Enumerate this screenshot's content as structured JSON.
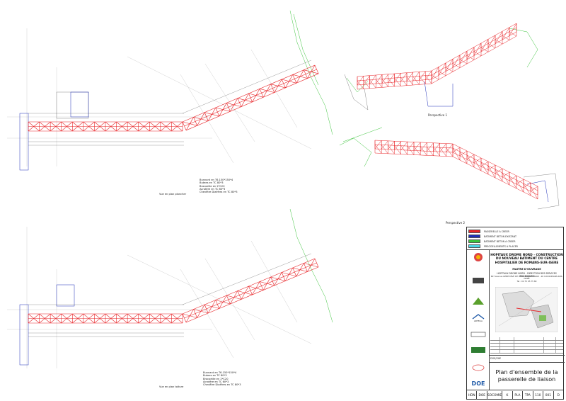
{
  "views": {
    "top": {
      "caption": "Vue en plan plancher",
      "notes": [
        "Bunnant en T6.150*150*4",
        "Butees en TC 80*3",
        "Bracoette en 2*C20",
        "Acrotère en TC 60*3",
        "Chevêtre Diaéfres en TC 80*3"
      ]
    },
    "bottom": {
      "caption": "Vue en plan toiture",
      "notes": [
        "Bunnant en T6.150*150*4",
        "Butees en TC 80*3",
        "Bracoette en 2*C20",
        "Acrotère en TC 60*3",
        "Chevêtre Diaéfres en TC 80*3"
      ]
    },
    "persp1": {
      "caption": "Perspective 1"
    },
    "persp2": {
      "caption": "Perspective 2"
    }
  },
  "legend": [
    {
      "label": "PASSERELLE A CREER",
      "color": "#e8262a"
    },
    {
      "label": "BATIMENT BETON EXISTANT",
      "color": "#1f2fb8"
    },
    {
      "label": "BATIMENT BETON A CREER",
      "color": "#3cc43c"
    },
    {
      "label": "PREGOELLEMENTS A PLACER",
      "color": "#4fd6e6"
    }
  ],
  "title_block": {
    "project_title": "HOPITAUX DROME NORD - CONSTRUCTION DU NOUVEAU BATIMENT DU CENTRE HOSPITALIER DE ROMANS-SUR-ISERE",
    "moa_title": "MAITRE D'OUVRAGE",
    "moa_name": "HOPITAUX DROME NORD - DIRECTION DES SERVICES TECHNIQUES",
    "moa_address": "607 avenue GENEVIEVE DE GAULLE ANTHONIOZ - 26 100 ROMANS-SUR-ISERE",
    "moa_tel": "Tel : 04 75 05 75 80",
    "phase": "DOE/EXE",
    "plan_title": "Plan d'ensemble de la passerelle de liaison",
    "codes": [
      "HDN",
      "DOE",
      "SOCOMIE",
      "K",
      "PLA",
      "TPA",
      "110",
      "001",
      "D"
    ],
    "logos": [
      "artelia-logo",
      "doe-logo"
    ],
    "logo_texts": [
      "ARTELIA",
      "DOE"
    ]
  },
  "colors": {
    "structure": "#e8262a",
    "existing": "#1f2fb8",
    "new_building": "#3cc43c",
    "grid": "#999999"
  }
}
